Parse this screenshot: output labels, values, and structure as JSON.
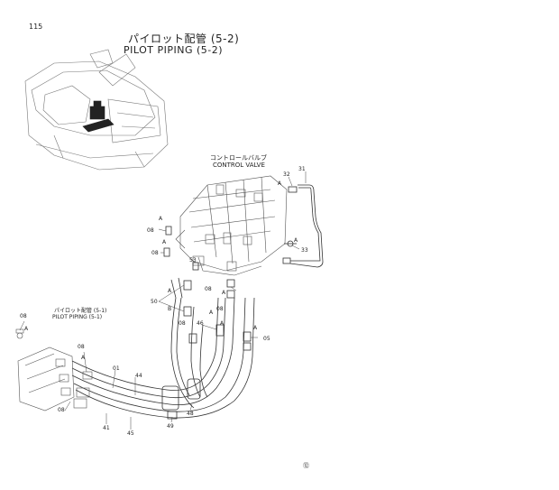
{
  "page_number": "115",
  "title_jp": "パイロット配管 (5-2)",
  "title_en": "PILOT PIPING (5-2)",
  "control_valve_jp": "コントロールバルブ",
  "control_valve_en": "CONTROL VALVE",
  "ref_jp": "パイロット配管 (5-1)",
  "ref_en": "PILOT PIPING (5-1)",
  "footer_mark": "⑫",
  "part_labels": [
    {
      "id": "31",
      "text": "31"
    },
    {
      "id": "32",
      "text": "32"
    },
    {
      "id": "33",
      "text": "33"
    },
    {
      "id": "08a",
      "text": "08"
    },
    {
      "id": "08b",
      "text": "08"
    },
    {
      "id": "53",
      "text": "53"
    },
    {
      "id": "08c",
      "text": "08"
    },
    {
      "id": "50",
      "text": "50"
    },
    {
      "id": "08d",
      "text": "08"
    },
    {
      "id": "08e",
      "text": "08"
    },
    {
      "id": "46",
      "text": "46"
    },
    {
      "id": "05",
      "text": "05"
    },
    {
      "id": "08f",
      "text": "08"
    },
    {
      "id": "08g",
      "text": "08"
    },
    {
      "id": "01",
      "text": "01"
    },
    {
      "id": "44",
      "text": "44"
    },
    {
      "id": "08h",
      "text": "08"
    },
    {
      "id": "48",
      "text": "48"
    },
    {
      "id": "49",
      "text": "49"
    },
    {
      "id": "41",
      "text": "41"
    },
    {
      "id": "45",
      "text": "45"
    }
  ],
  "callout_letters": [
    {
      "id": "A1",
      "text": "A"
    },
    {
      "id": "A2",
      "text": "A"
    },
    {
      "id": "A3",
      "text": "A"
    },
    {
      "id": "A4",
      "text": "A"
    },
    {
      "id": "A5",
      "text": "A"
    },
    {
      "id": "B1",
      "text": "B"
    },
    {
      "id": "A6",
      "text": "A"
    },
    {
      "id": "A7",
      "text": "A"
    },
    {
      "id": "A8",
      "text": "A"
    },
    {
      "id": "A9",
      "text": "A"
    },
    {
      "id": "A10",
      "text": "A"
    },
    {
      "id": "A11",
      "text": "A"
    }
  ]
}
